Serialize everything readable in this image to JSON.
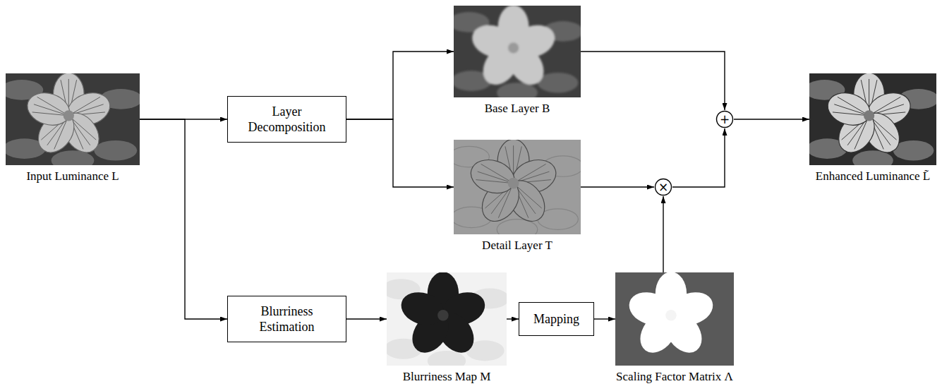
{
  "diagram": {
    "nodes": [
      {
        "text": [
          "Input Luminance L"
        ]
      },
      {
        "text": [
          "Layer Decomposition"
        ]
      },
      {
        "text": [
          "Base Layer B"
        ]
      },
      {
        "text": [
          "Detail Layer T"
        ]
      },
      {
        "text": [
          "+"
        ]
      },
      {
        "text": [
          "×"
        ]
      },
      {
        "text": [
          "Enhanced Luminance L̃"
        ]
      },
      {
        "text": [
          "Blurriness Estimation"
        ]
      },
      {
        "text": [
          "Blurriness Map M"
        ]
      },
      {
        "text": [
          "Mapping"
        ]
      },
      {
        "text": [
          "Scaling Factor Matrix Λ"
        ]
      }
    ],
    "edges": [
      {
        "from": 0,
        "to": 1,
        "arrow": "to"
      },
      {
        "from": 0,
        "to": 7,
        "arrow": "to"
      },
      {
        "from": 1,
        "to": 2,
        "arrow": "to"
      },
      {
        "from": 1,
        "to": 3,
        "arrow": "to"
      },
      {
        "from": 2,
        "to": 4,
        "arrow": "to"
      },
      {
        "from": 3,
        "to": 5,
        "arrow": "to"
      },
      {
        "from": 5,
        "to": 4,
        "arrow": "to"
      },
      {
        "from": 4,
        "to": 6,
        "arrow": "to"
      },
      {
        "from": 7,
        "to": 8,
        "arrow": "to"
      },
      {
        "from": 8,
        "to": 9,
        "arrow": "to"
      },
      {
        "from": 9,
        "to": 10,
        "arrow": "to"
      },
      {
        "from": 10,
        "to": 5,
        "arrow": "to"
      }
    ]
  }
}
